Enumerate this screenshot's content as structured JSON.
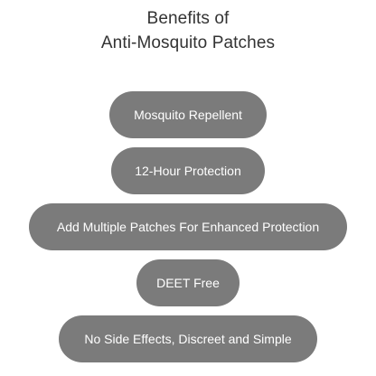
{
  "title": {
    "line1": "Benefits of",
    "line2": "Anti-Mosquito Patches"
  },
  "benefits": [
    "Mosquito Repellent",
    "12-Hour Protection",
    "Add Multiple Patches For Enhanced Protection",
    "DEET Free",
    "No Side Effects, Discreet and Simple"
  ],
  "colors": {
    "pill": "#7b7b7b",
    "pill_text": "#ffffff",
    "title_text": "#333333",
    "background": "#ffffff"
  }
}
